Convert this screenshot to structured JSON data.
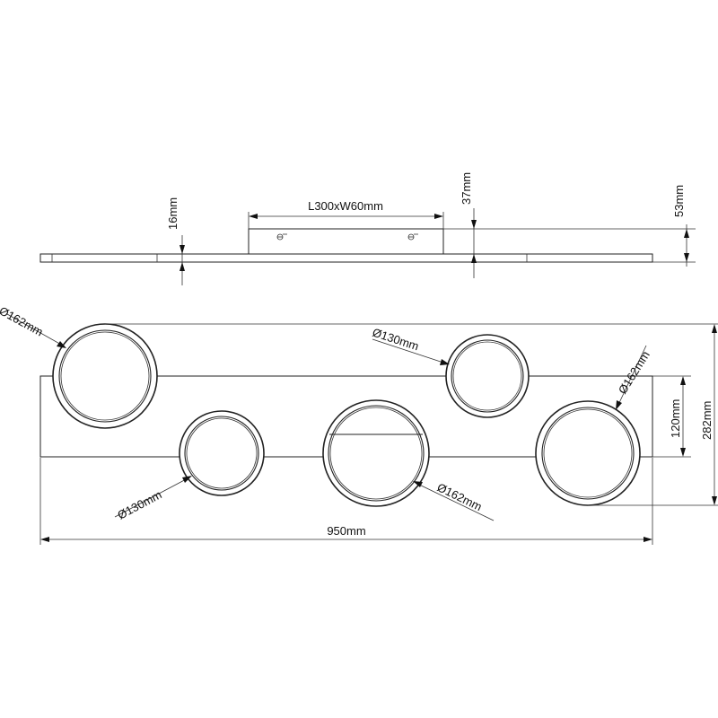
{
  "side_view": {
    "canopy_label": "L300xW60mm",
    "canopy_height_label": "37mm",
    "plate_height_label": "16mm",
    "total_height_label": "53mm"
  },
  "top_view": {
    "width_label": "950mm",
    "depth_label": "282mm",
    "plate_depth_label": "120mm",
    "ring_labels": {
      "large_left": "Ø162mm",
      "small_top_right": "Ø130mm",
      "large_right": "Ø162mm",
      "small_left": "Ø130mm",
      "large_center": "Ø162mm"
    }
  }
}
